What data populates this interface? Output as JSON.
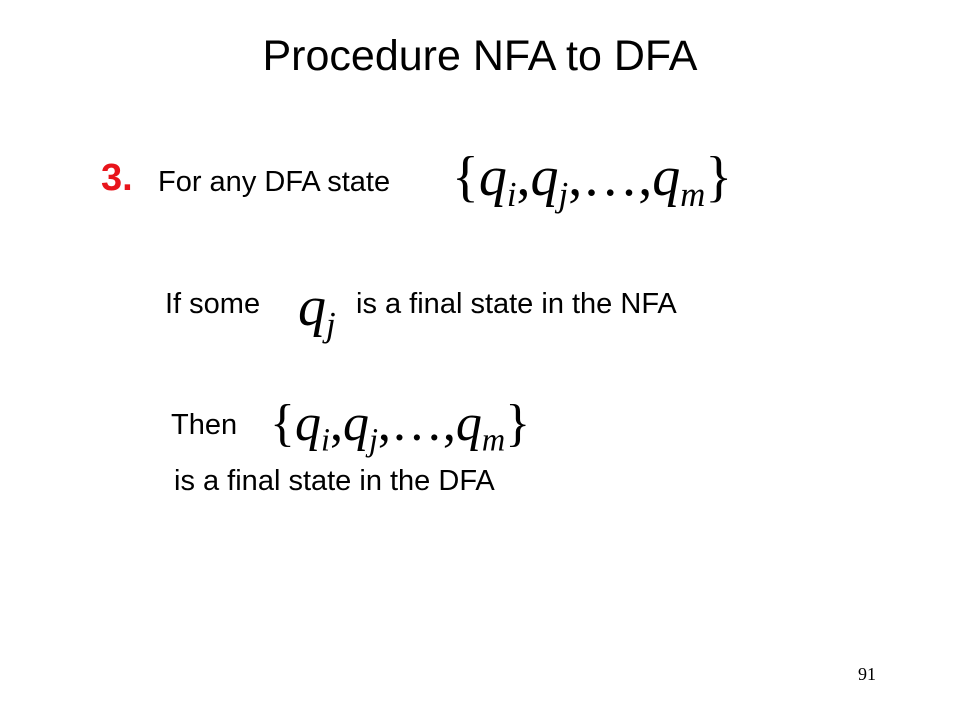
{
  "slide": {
    "title": "Procedure NFA to DFA",
    "step_number": "3.",
    "step_number_color": "#e8141b",
    "step_text": "For any DFA state",
    "line_if_prefix": "If some",
    "line_if_suffix": "is a final state in the NFA",
    "line_then": "Then",
    "line_final": "is a final state in the DFA",
    "page_number": "91"
  },
  "math": {
    "open_brace": "{",
    "close_brace": "}",
    "q": "q",
    "comma": ",",
    "ellipsis": ",…,",
    "i": "i",
    "j": "j",
    "m": "m"
  }
}
